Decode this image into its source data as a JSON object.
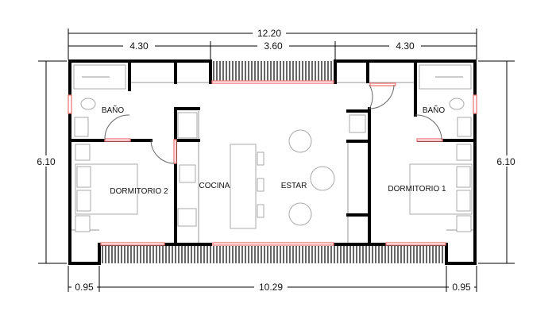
{
  "plan": {
    "dimensions": {
      "total_width": "12.20",
      "left_width": "4.30",
      "center_width": "3.60",
      "right_width": "4.30",
      "height_left": "6.10",
      "height_right": "6.10",
      "bottom_left": "0.95",
      "bottom_center": "10.29",
      "bottom_right": "0.95"
    },
    "rooms": {
      "bano_left": "BAÑO",
      "bano_right": "BAÑO",
      "dormitorio_2": "DORMITORIO 2",
      "cocina": "COCINA",
      "estar": "ESTAR",
      "dormitorio_1": "DORMITORIO 1"
    },
    "colors": {
      "wall": "#000000",
      "window": "#f27a7a",
      "furniture": "#aaaaaa"
    }
  }
}
